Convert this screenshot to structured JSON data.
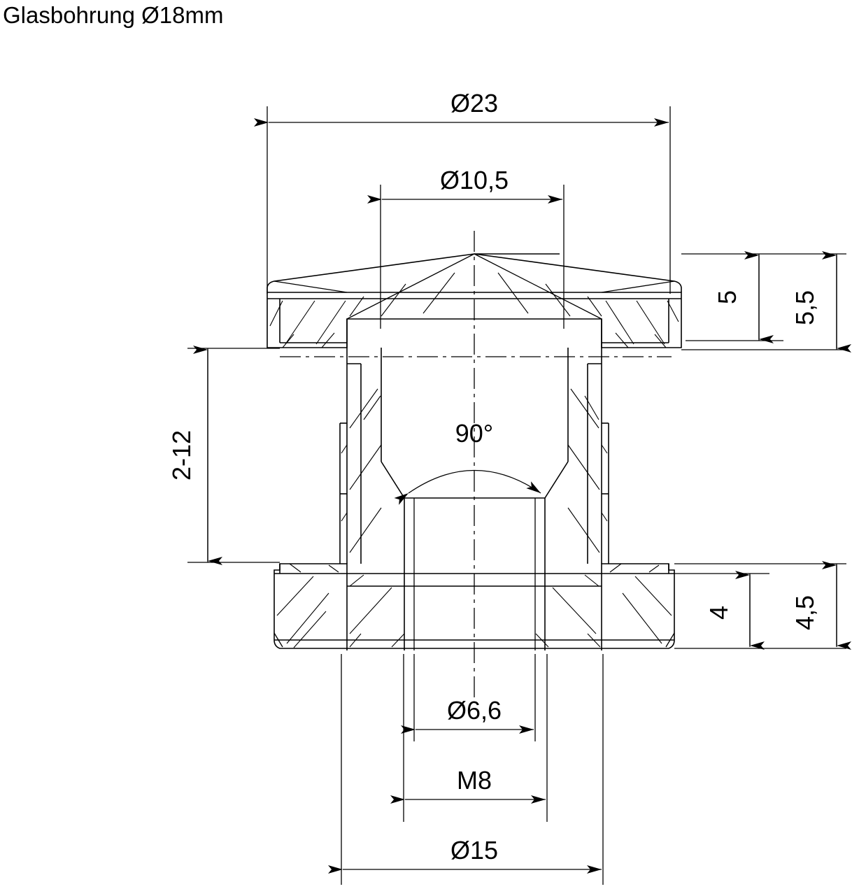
{
  "drawing": {
    "title": "Glasbohrung Ø18mm",
    "type": "technical-section-drawing",
    "description": "Cross-section of a glass-mount point fitting / adapter for 18 mm glass bore",
    "units": "mm",
    "dimensions": {
      "top_outer_diameter": "Ø23",
      "top_inner_diameter": "Ø10,5",
      "cap_cone_height": "5",
      "cap_total_height": "5,5",
      "clamping_range": "2-12",
      "chamfer_angle": "90°",
      "base_flange_height": "4",
      "base_total_height": "4,5",
      "bore_diameter": "Ø6,6",
      "thread": "M8",
      "base_outer_diameter": "Ø15"
    },
    "labels": {
      "d23": "Ø23",
      "d105": "Ø10,5",
      "h5": "5",
      "h55": "5,5",
      "range212": "2-12",
      "angle90": "90°",
      "h4": "4",
      "h45": "4,5",
      "d66": "Ø6,6",
      "m8": "M8",
      "d15": "Ø15"
    },
    "colors": {
      "line": "#000000",
      "background": "#ffffff"
    }
  }
}
